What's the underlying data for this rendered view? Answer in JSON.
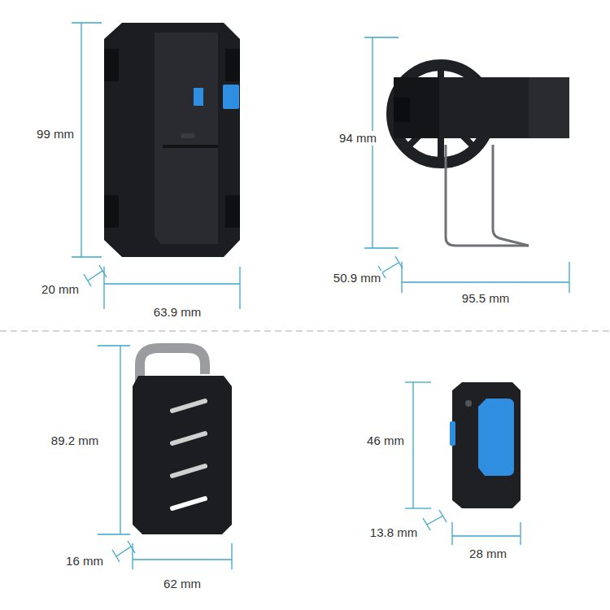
{
  "diagram": {
    "labels": [
      "99 mm",
      "20 mm",
      "63.9 mm",
      "94 mm",
      "50.9 mm",
      "95.5 mm",
      "89.2 mm",
      "16 mm",
      "62 mm",
      "46 mm",
      "13.8 mm",
      "28 mm"
    ]
  }
}
